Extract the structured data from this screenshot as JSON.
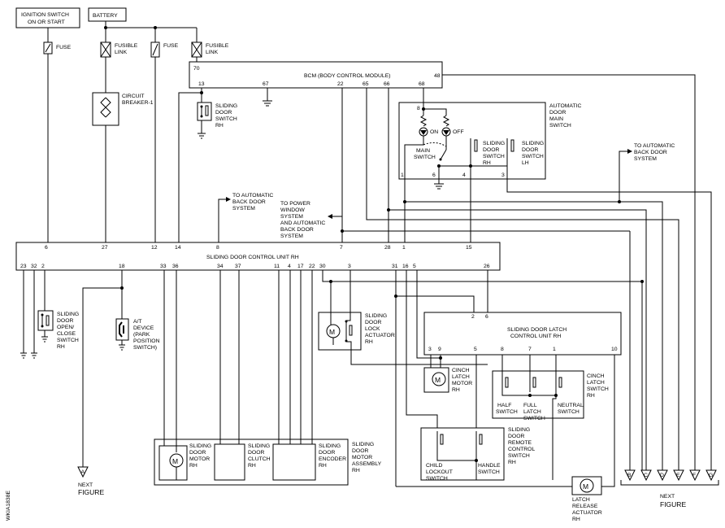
{
  "sources": {
    "ignition_switch": [
      "IGNITION SWITCH",
      "ON OR START"
    ],
    "battery": "BATTERY"
  },
  "fuses": {
    "fuse_1": "FUSE",
    "fusible_link_1": [
      "FUSIBLE",
      "LINK"
    ],
    "fuse_2": "FUSE",
    "fusible_link_2": [
      "FUSIBLE",
      "LINK"
    ],
    "circuit_breaker": [
      "CIRCUIT",
      "BREAKER-1"
    ]
  },
  "bcm": {
    "title": "BCM (BODY CONTROL MODULE)",
    "pins": {
      "p70": "70",
      "p13": "13",
      "p67": "67",
      "p22": "22",
      "p65": "65",
      "p66": "66",
      "p68": "68",
      "p48": "48"
    }
  },
  "sliding_door_switch_top": [
    "SLIDING",
    "DOOR",
    "SWITCH",
    "RH"
  ],
  "auto_door_main_switch": {
    "title": [
      "AUTOMATIC",
      "DOOR",
      "MAIN",
      "SWITCH"
    ],
    "on": "ON",
    "off": "OFF",
    "main_switch": [
      "MAIN",
      "SWITCH"
    ],
    "sw_rh": [
      "SLIDING",
      "DOOR",
      "SWITCH",
      "RH"
    ],
    "sw_lh": [
      "SLIDING",
      "DOOR",
      "SWITCH",
      "LH"
    ],
    "pins": {
      "p8": "8",
      "p1": "1",
      "p6": "6",
      "p4": "4",
      "p3": "3"
    }
  },
  "notes": {
    "to_auto_back_door_1": [
      "TO AUTOMATIC",
      "BACK DOOR",
      "SYSTEM"
    ],
    "to_auto_back_door_2": [
      "TO AUTOMATIC",
      "BACK DOOR",
      "SYSTEM"
    ],
    "to_power_window": [
      "TO POWER",
      "WINDOW",
      "SYSTEM",
      "AND AUTOMATIC",
      "BACK DOOR",
      "SYSTEM"
    ]
  },
  "sdcu": {
    "title": "SLIDING DOOR CONTROL UNIT RH",
    "top_pins": {
      "p6": "6",
      "p27": "27",
      "p12": "12",
      "p14": "14",
      "p8": "8",
      "p7": "7",
      "p28": "28",
      "p1": "1",
      "p15": "15"
    },
    "bottom_pins": {
      "p23": "23",
      "p32": "32",
      "p2": "2",
      "p18": "18",
      "p33": "33",
      "p36": "36",
      "p34": "34",
      "p37": "37",
      "p11": "11",
      "p4": "4",
      "p17": "17",
      "p22": "22",
      "p30": "30",
      "p3": "3",
      "p31": "31",
      "p16": "16",
      "p5": "5",
      "p26": "26"
    }
  },
  "components": {
    "open_close_switch": [
      "SLIDING",
      "DOOR",
      "OPEN/",
      "CLOSE",
      "SWITCH",
      "RH"
    ],
    "at_device": [
      "A/T",
      "DEVICE",
      "(PARK",
      "POSITION",
      "SWITCH)"
    ],
    "lock_actuator": [
      "SLIDING",
      "DOOR",
      "LOCK",
      "ACTUATOR",
      "RH"
    ],
    "door_motor": [
      "SLIDING",
      "DOOR",
      "MOTOR",
      "RH"
    ],
    "door_clutch": [
      "SLIDING",
      "DOOR",
      "CLUTCH",
      "RH"
    ],
    "door_encoder": [
      "SLIDING",
      "DOOR",
      "ENCODER",
      "RH"
    ],
    "motor_assembly": [
      "SLIDING",
      "DOOR",
      "MOTOR",
      "ASSEMBLY",
      "RH"
    ],
    "cinch_motor": [
      "CINCH",
      "LATCH",
      "MOTOR",
      "RH"
    ],
    "cinch_switch": [
      "CINCH",
      "LATCH",
      "SWITCH",
      "RH"
    ],
    "half_switch": [
      "HALF",
      "SWITCH"
    ],
    "full_latch": [
      "FULL",
      "LATCH",
      "SWITCH"
    ],
    "neutral_switch": [
      "NEUTRAL",
      "SWITCH"
    ],
    "remote_control": [
      "SLIDING",
      "DOOR",
      "REMOTE",
      "CONTROL",
      "SWITCH",
      "RH"
    ],
    "child_lockout": [
      "CHILD",
      "LOCKOUT",
      "SWITCH"
    ],
    "handle_switch": [
      "HANDLE",
      "SWITCH"
    ],
    "latch_release": [
      "LATCH",
      "RELEASE",
      "ACTUATOR",
      "RH"
    ]
  },
  "latch_control_unit": {
    "title": [
      "SLIDING DOOR LATCH",
      "CONTROL UNIT RH"
    ],
    "pins": {
      "p2": "2",
      "p6": "6",
      "p3": "3",
      "p9": "9",
      "p5": "5",
      "p8": "8",
      "p7": "7",
      "p1": "1",
      "p10": "10"
    }
  },
  "connectors": {
    "left": "A",
    "right": [
      "B",
      "C",
      "D",
      "E",
      "F",
      "G"
    ],
    "next_figure": [
      "NEXT",
      "FIGURE"
    ]
  },
  "motor_symbol": "M",
  "figure_code": "WKIA1838E"
}
